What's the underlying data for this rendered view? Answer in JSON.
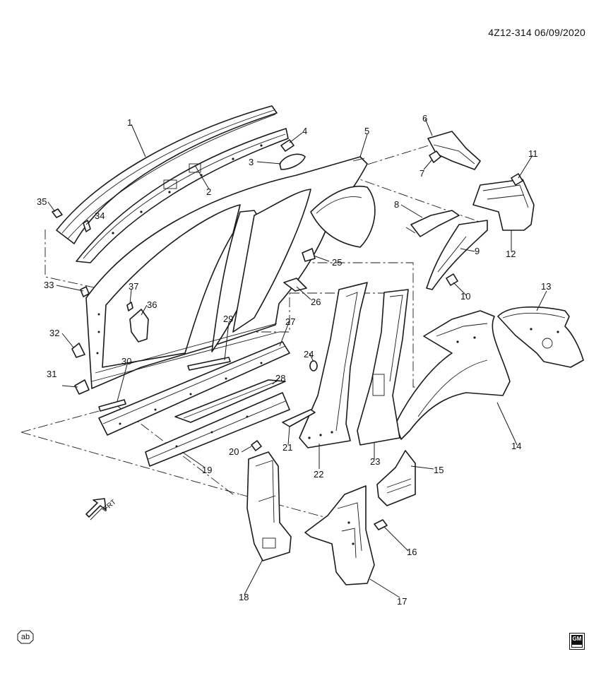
{
  "header": {
    "diagram_code": "4Z12-314 06/09/2020"
  },
  "footer": {
    "ab_badge": "ab",
    "gm_logo": "GM"
  },
  "front_indicator": "FRT",
  "callouts": {
    "c1": "1",
    "c2": "2",
    "c3": "3",
    "c4": "4",
    "c5": "5",
    "c6": "6",
    "c7": "7",
    "c8": "8",
    "c9": "9",
    "c10": "10",
    "c11": "11",
    "c12": "12",
    "c13": "13",
    "c14": "14",
    "c15": "15",
    "c16": "16",
    "c17": "17",
    "c18": "18",
    "c19": "19",
    "c20": "20",
    "c21": "21",
    "c22": "22",
    "c23": "23",
    "c24": "24",
    "c25": "25",
    "c26": "26",
    "c27": "27",
    "c28": "28",
    "c29": "29",
    "c30": "30",
    "c31": "31",
    "c32": "32",
    "c33": "33",
    "c34": "34",
    "c35": "35",
    "c36": "36",
    "c37": "37"
  }
}
